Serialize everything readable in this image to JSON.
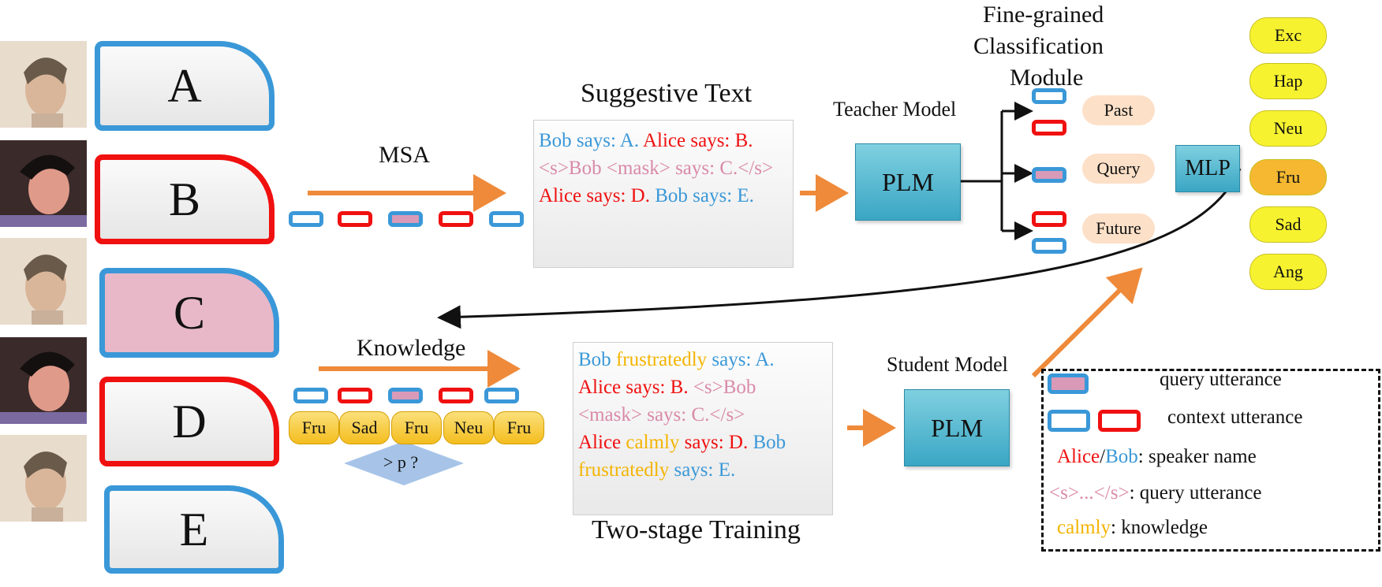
{
  "utterances": [
    {
      "letter": "A",
      "speaker": "Bob",
      "color": "#3a98d8"
    },
    {
      "letter": "B",
      "speaker": "Alice",
      "color": "#f01010"
    },
    {
      "letter": "C",
      "speaker": "Bob",
      "color": "#3a98d8",
      "query": true
    },
    {
      "letter": "D",
      "speaker": "Alice",
      "color": "#f01010"
    },
    {
      "letter": "E",
      "speaker": "Bob",
      "color": "#3a98d8"
    }
  ],
  "msa_label": "MSA",
  "knowledge_label": "Knowledge",
  "knowledge_tokens": [
    "Fru",
    "Sad",
    "Fru",
    "Neu",
    "Fru"
  ],
  "threshold_label": "> p ?",
  "suggestive_title": "Suggestive Text",
  "suggestive_text": {
    "seg1": "Bob says: A.",
    "seg2": "Alice says:",
    "seg3": "B.",
    "seg4": "<s>Bob <mask> says:",
    "seg5": "C.</s>",
    "seg6": "Alice says: D.",
    "seg7": "Bob",
    "seg8": "says: E."
  },
  "training_text": {
    "seg1": "Bob",
    "seg2": "frustratedly",
    "seg3": "says:  A.",
    "seg4": "Alice  says: B.",
    "seg5": "<s>Bob",
    "seg6": "<mask> says: C.</s>",
    "seg7": "Alice",
    "seg8": "calmly",
    "seg9": "says: D.",
    "seg10": "Bob",
    "seg11": "frustratedly",
    "seg12": "says: E."
  },
  "two_stage_title": "Two-stage Training",
  "teacher_label": "Teacher Model",
  "student_label": "Student Model",
  "plm_label": "PLM",
  "fgc_title": "Fine-grained Classification Module",
  "fgc_line1": "Fine-grained",
  "fgc_line2": "Classification",
  "fgc_line3": "Module",
  "branches": [
    "Past",
    "Query",
    "Future"
  ],
  "mlp_label": "MLP",
  "emotions": [
    "Exc",
    "Hap",
    "Neu",
    "Fru",
    "Sad",
    "Ang"
  ],
  "highlight_emotion": "Fru",
  "legend": {
    "query": "query utterance",
    "context": "context utterance",
    "alice": "Alice",
    "slash": "/",
    "bob": "Bob",
    "speaker_suffix": ": speaker name",
    "s_tag": "<s>...</s>",
    "s_suffix": ": query utterance",
    "calmly": "calmly",
    "calmly_suffix": ": knowledge"
  },
  "colors": {
    "blue": "#3a98d8",
    "red": "#f01010",
    "pink": "#d99ab8",
    "orange": "#ee8a3a",
    "yellow": "#f6f230",
    "teal": "#3aa6c4"
  }
}
